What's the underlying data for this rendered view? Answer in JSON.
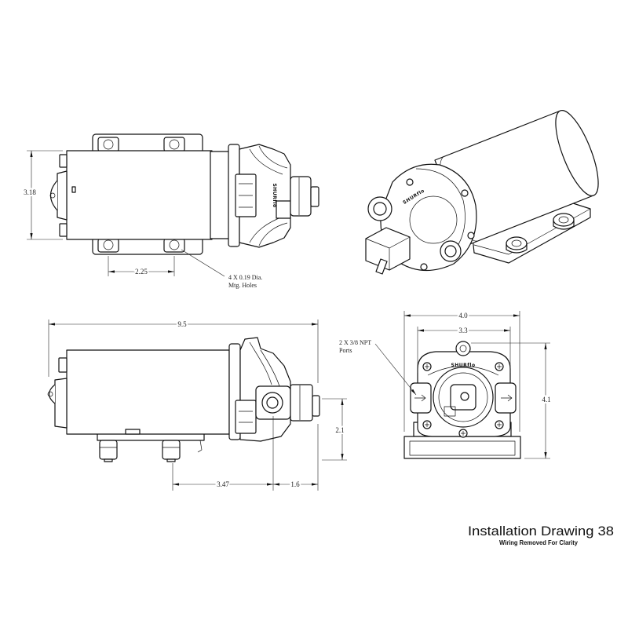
{
  "drawing": {
    "title": "Installation Drawing 38",
    "subtitle": "Wiring Removed For Clarity",
    "brand_logo": "SHURflo"
  },
  "top_view": {
    "width_dim": "3.18",
    "hole_spacing_dim": "2.25",
    "holes_note": [
      "4 X 0.19 Dia.",
      "Mtg. Holes"
    ]
  },
  "side_view": {
    "length_dim": "9.5",
    "height_dim": "2.1",
    "mount_to_port_dim": "3.47",
    "port_to_end_dim": "1.6"
  },
  "front_view": {
    "width_dim": "4.0",
    "head_width_dim": "3.3",
    "height_dim": "4.1",
    "ports_note": [
      "2 X 3/8 NPT",
      "Ports"
    ]
  },
  "colors": {
    "line": "#111111",
    "background": "#ffffff"
  }
}
